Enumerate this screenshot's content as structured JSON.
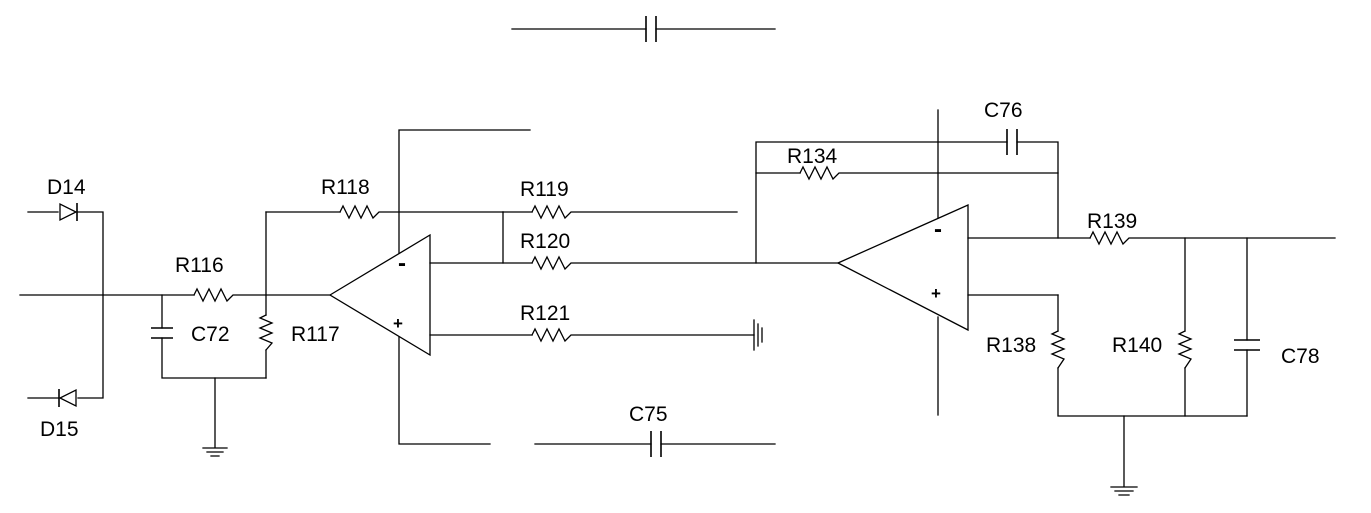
{
  "labels": {
    "D14": "D14",
    "D15": "D15",
    "R116": "R116",
    "C72": "C72",
    "R117": "R117",
    "R118": "R118",
    "R119": "R119",
    "R120": "R120",
    "R121": "R121",
    "C75": "C75",
    "R134": "R134",
    "C76": "C76",
    "R139": "R139",
    "R138": "R138",
    "R140": "R140",
    "C78": "C78"
  },
  "opamp1": {
    "minus": "-",
    "plus": "+"
  },
  "opamp2": {
    "minus": "-",
    "plus": "+"
  }
}
